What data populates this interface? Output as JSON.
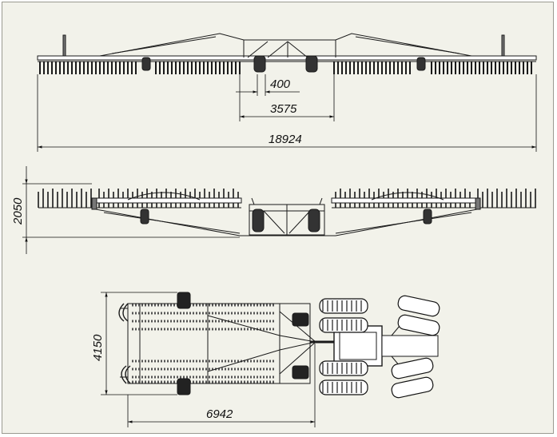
{
  "drawing": {
    "background": "#f2f2ea",
    "line_color": "#1a1a1a",
    "dimensions": {
      "center_gap": "400",
      "center_width": "3575",
      "working_width": "18924",
      "transport_height": "2050",
      "transport_width": "4150",
      "transport_length": "6942"
    }
  }
}
